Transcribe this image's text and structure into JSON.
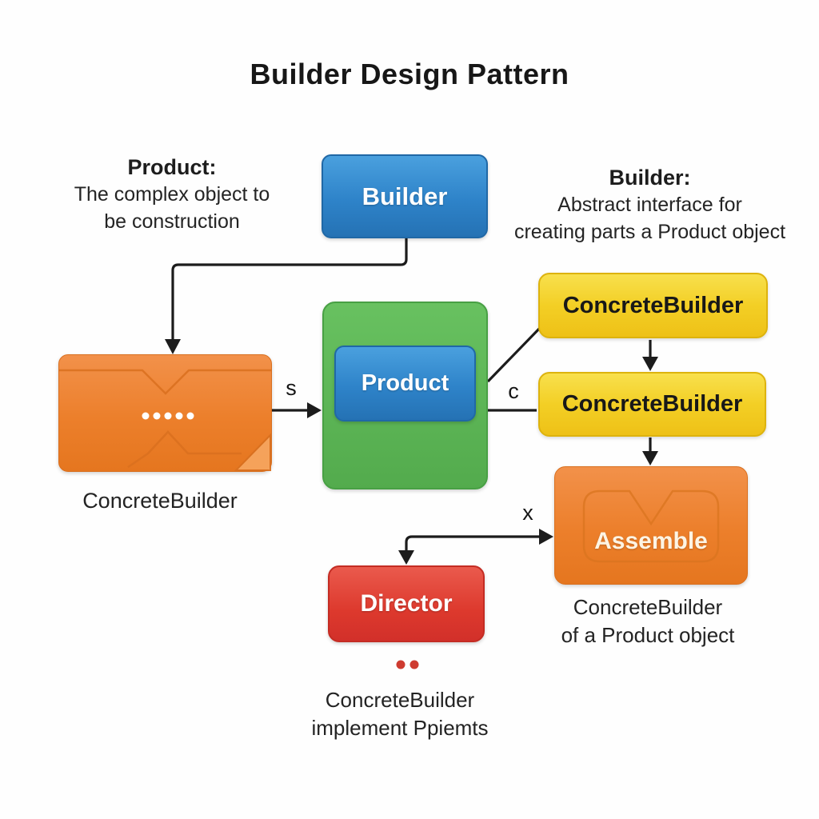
{
  "title": "Builder Design Pattern",
  "annotations": {
    "product": {
      "heading": "Product:",
      "line1": "The complex object to",
      "line2": "be construction"
    },
    "builder": {
      "heading": "Builder:",
      "line1": "Abstract interface for",
      "line2": "creating parts a Product object"
    }
  },
  "nodes": {
    "builder": {
      "label": "Builder",
      "fill": "#2e83c9"
    },
    "product": {
      "label": "Product",
      "fill": "#2e83c9"
    },
    "product_container": {
      "fill": "#53ab4d"
    },
    "concrete_builder_top": {
      "label": "ConcreteBuilder",
      "fill": "#f3cf25"
    },
    "concrete_builder_mid": {
      "label": "ConcreteBuilder",
      "fill": "#f3cf25"
    },
    "assemble": {
      "label": "Assemble",
      "fill": "#ec7f2b"
    },
    "director": {
      "label": "Director",
      "fill": "#dd392d"
    },
    "parts_document": {
      "fill": "#ec7f2b"
    }
  },
  "captions": {
    "parts_document": "ConcreteBuilder",
    "assemble_line1": "ConcreteBuilder",
    "assemble_line2": "of a Product object",
    "director_line1": "ConcreteBuilder",
    "director_line2": "implement Ppiemts"
  },
  "connector_labels": {
    "s": "s",
    "c": "c",
    "x": "x"
  },
  "connector_color": "#1c1c1c"
}
